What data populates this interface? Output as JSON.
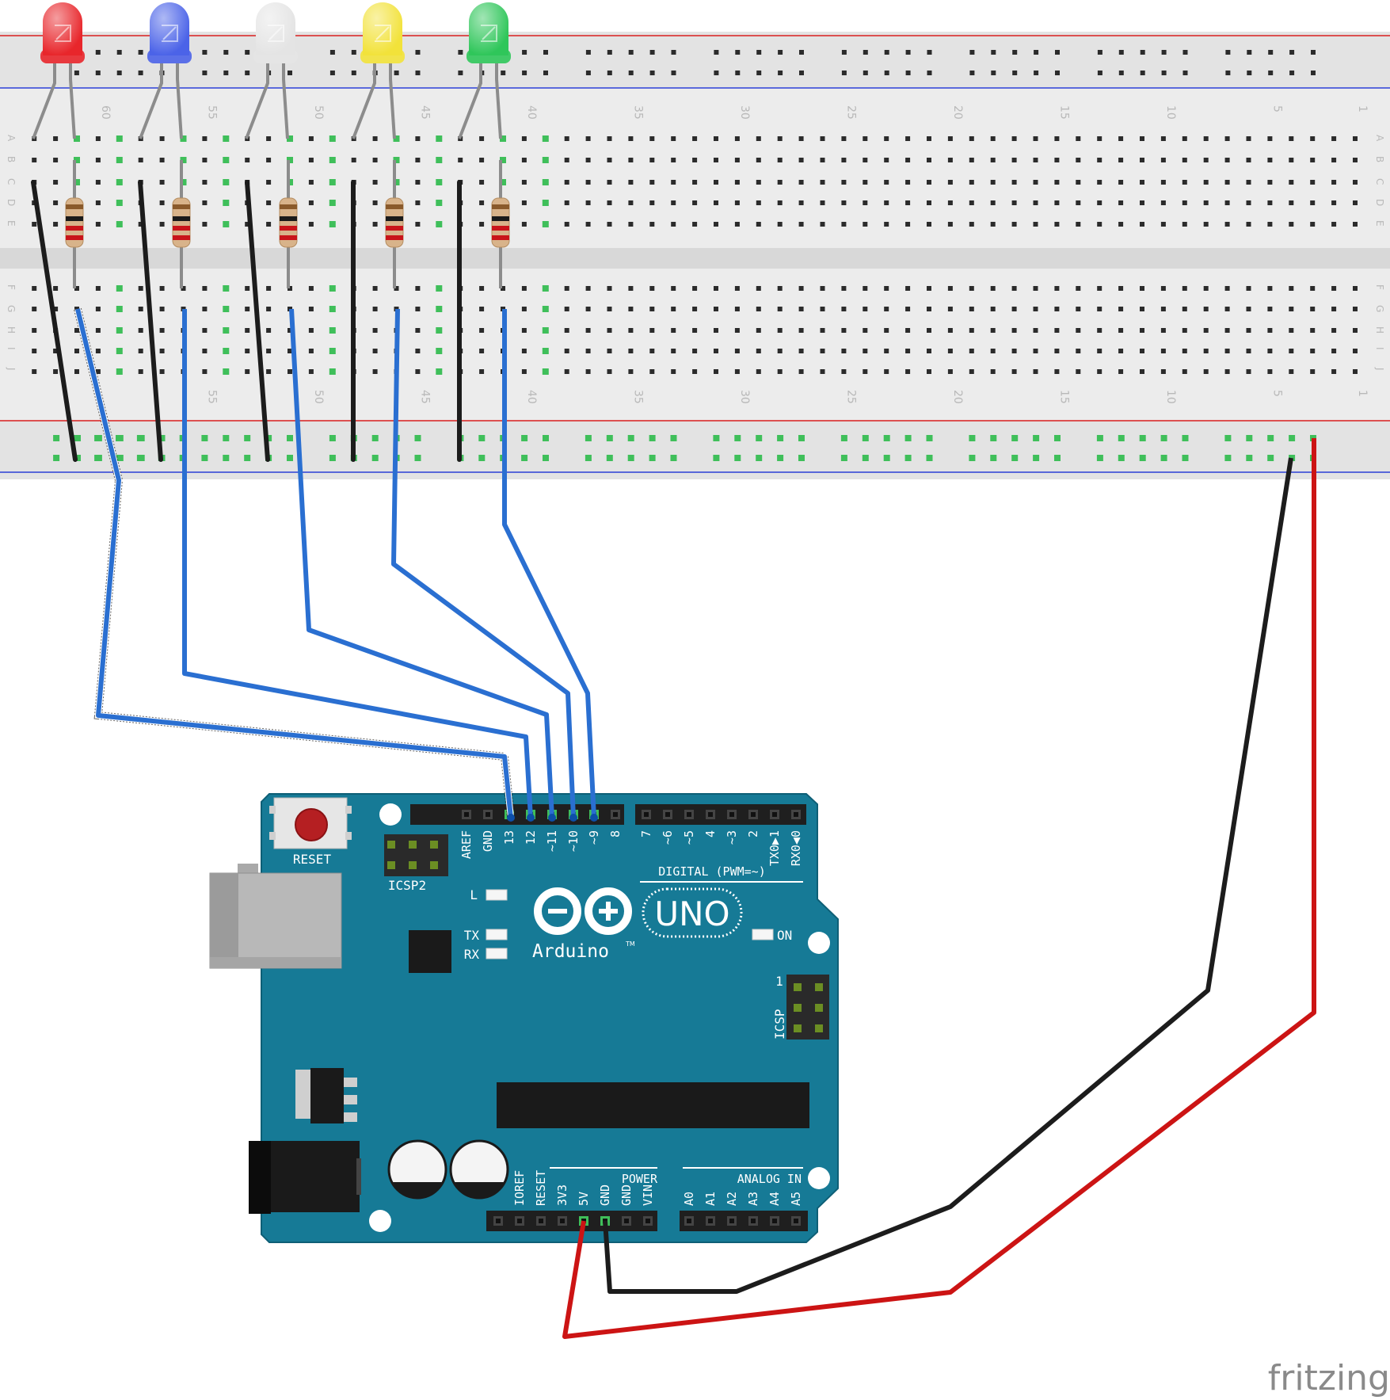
{
  "breadboard": {
    "column_numbers_top": [
      "60",
      "55",
      "50",
      "45",
      "40",
      "35",
      "30",
      "25",
      "20",
      "15",
      "10",
      "5",
      "1"
    ],
    "column_numbers_bottom": [
      "55",
      "50",
      "45",
      "40",
      "35",
      "30",
      "25",
      "20",
      "15",
      "10",
      "5",
      "1"
    ],
    "row_letters_top": [
      "A",
      "B",
      "C",
      "D",
      "E"
    ],
    "row_letters_bottom": [
      "F",
      "G",
      "H",
      "I",
      "J"
    ]
  },
  "leds": [
    {
      "color_name": "red",
      "color": "#e8262b"
    },
    {
      "color_name": "blue",
      "color": "#4b63e8"
    },
    {
      "color_name": "white",
      "color": "#e4e4e4"
    },
    {
      "color_name": "yellow",
      "color": "#f2e23a"
    },
    {
      "color_name": "green",
      "color": "#2fc65a"
    }
  ],
  "arduino": {
    "brand": "Arduino",
    "trademark": "TM",
    "model": "UNO",
    "reset_label": "RESET",
    "icsp2_label": "ICSP2",
    "icsp_label": "ICSP",
    "icsp_pin1": "1",
    "led_l": "L",
    "led_tx": "TX",
    "led_rx": "RX",
    "led_on": "ON",
    "digital_label": "DIGITAL (PWM=~)",
    "power_label": "POWER",
    "analog_label": "ANALOG IN",
    "digital_pins_left": [
      "AREF",
      "GND",
      "13",
      "12",
      "~11",
      "~10",
      "~9",
      "8"
    ],
    "digital_pins_right": [
      "7",
      "~6",
      "~5",
      "4",
      "~3",
      "2",
      "TX0▶1",
      "RX0◀0"
    ],
    "power_pins": [
      "IOREF",
      "RESET",
      "3V3",
      "5V",
      "GND",
      "GND",
      "VIN"
    ],
    "analog_pins": [
      "A0",
      "A1",
      "A2",
      "A3",
      "A4",
      "A5"
    ],
    "board_color": "#167a96"
  },
  "wire_colors": {
    "signal": "#2a6fd1",
    "ground": "#1c1c1c",
    "power": "#cc1414"
  },
  "watermark": "fritzing"
}
